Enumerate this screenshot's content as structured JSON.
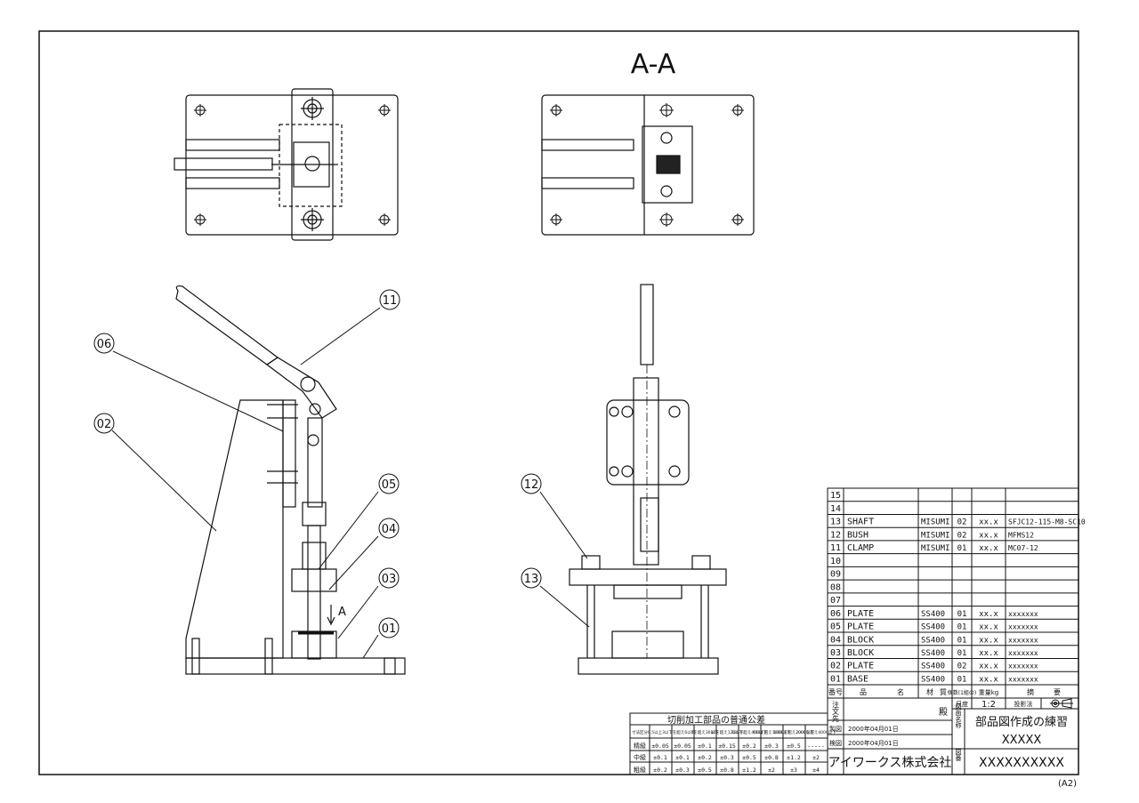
{
  "section_title": "A-A",
  "section_arrow_label": "A",
  "sheet_size": "(A2)",
  "balloons": [
    "11",
    "06",
    "02",
    "05",
    "04",
    "03",
    "01",
    "12",
    "13"
  ],
  "parts_list": {
    "rows": [
      {
        "no": "15",
        "name": "",
        "material": "",
        "qty": "",
        "weight": "",
        "note": ""
      },
      {
        "no": "14",
        "name": "",
        "material": "",
        "qty": "",
        "weight": "",
        "note": ""
      },
      {
        "no": "13",
        "name": "SHAFT",
        "material": "MISUMI",
        "qty": "02",
        "weight": "xx.x",
        "note": "SFJC12-115-M8-SC10"
      },
      {
        "no": "12",
        "name": "BUSH",
        "material": "MISUMI",
        "qty": "02",
        "weight": "xx.x",
        "note": "MFMS12"
      },
      {
        "no": "11",
        "name": "CLAMP",
        "material": "MISUMI",
        "qty": "01",
        "weight": "xx.x",
        "note": "MC07-12"
      },
      {
        "no": "10",
        "name": "",
        "material": "",
        "qty": "",
        "weight": "",
        "note": ""
      },
      {
        "no": "09",
        "name": "",
        "material": "",
        "qty": "",
        "weight": "",
        "note": ""
      },
      {
        "no": "08",
        "name": "",
        "material": "",
        "qty": "",
        "weight": "",
        "note": ""
      },
      {
        "no": "07",
        "name": "",
        "material": "",
        "qty": "",
        "weight": "",
        "note": ""
      },
      {
        "no": "06",
        "name": "PLATE",
        "material": "SS400",
        "qty": "01",
        "weight": "xx.x",
        "note": "xxxxxxx"
      },
      {
        "no": "05",
        "name": "PLATE",
        "material": "SS400",
        "qty": "01",
        "weight": "xx.x",
        "note": "xxxxxxx"
      },
      {
        "no": "04",
        "name": "BLOCK",
        "material": "SS400",
        "qty": "01",
        "weight": "xx.x",
        "note": "xxxxxxx"
      },
      {
        "no": "03",
        "name": "BLOCK",
        "material": "SS400",
        "qty": "01",
        "weight": "xx.x",
        "note": "xxxxxxx"
      },
      {
        "no": "02",
        "name": "PLATE",
        "material": "SS400",
        "qty": "02",
        "weight": "xx.x",
        "note": "xxxxxxx"
      },
      {
        "no": "01",
        "name": "BASE",
        "material": "SS400",
        "qty": "01",
        "weight": "xx.x",
        "note": "xxxxxxx"
      }
    ],
    "header": {
      "no": "番号",
      "name_1": "品",
      "name_2": "名",
      "material_1": "材",
      "material_2": "質",
      "qty": "個数(1組の)",
      "weight": "重量kg",
      "note_1": "摘",
      "note_2": "要"
    }
  },
  "title_block": {
    "customer_label": "注文先",
    "honorific": "殿",
    "scale_label": "尺度",
    "scale": "1:2",
    "projection_label": "投影法",
    "drawn_label": "製図",
    "drawn_date": "2000年04月01日",
    "checked_label": "検図",
    "checked_date": "2000年04月01日",
    "drawing_name_label": "図面名称",
    "drawing_name": "部品図作成の練習",
    "drawing_sub": "XXXXX",
    "company": "アイワークス株式会社",
    "drawing_no_label": "図番",
    "drawing_no": "XXXXXXXXXX"
  },
  "tolerance_table": {
    "title": "切削加工部品の普通公差",
    "headers": [
      "寸法区分",
      "0.5以上3以下",
      "3を超え6以下",
      "6を超え30以下",
      "30を超え120以下",
      "120を超え400以下",
      "400を超え1000以下",
      "1000を超え2000以下",
      "2000を超え4000以下"
    ],
    "rows": [
      {
        "grade": "精級",
        "values": [
          "±0.05",
          "±0.05",
          "±0.1",
          "±0.15",
          "±0.2",
          "±0.3",
          "±0.5",
          "-----"
        ]
      },
      {
        "grade": "中級",
        "values": [
          "±0.1",
          "±0.1",
          "±0.2",
          "±0.3",
          "±0.5",
          "±0.8",
          "±1.2",
          "±2"
        ]
      },
      {
        "grade": "粗級",
        "values": [
          "±0.2",
          "±0.3",
          "±0.5",
          "±0.8",
          "±1.2",
          "±2",
          "±3",
          "±4"
        ]
      }
    ]
  }
}
